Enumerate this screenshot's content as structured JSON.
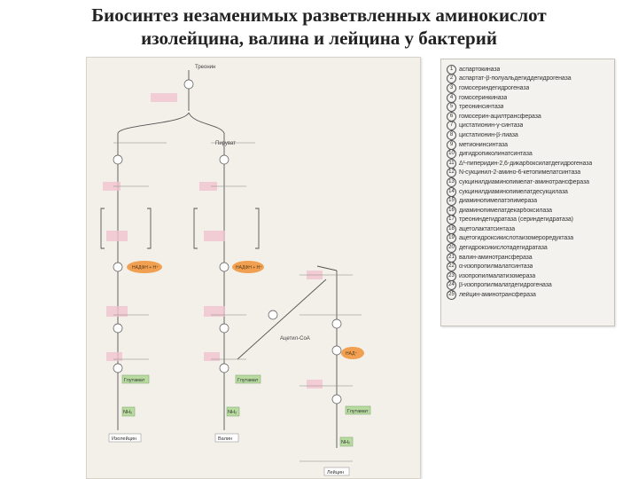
{
  "title": {
    "line1": "Биосинтез незаменимых разветвленных аминокислот",
    "line2": "изолейцина, валина и лейцина у бактерий"
  },
  "colors": {
    "orange_ellipse": "#f0a050",
    "green_box": "#b8dca0",
    "pink_highlight": "#f2c4d0",
    "arrow": "#555555"
  },
  "scheme": {
    "start_label": "Треонин",
    "start2_label": "Пируват",
    "enzyme_pill_1": "НАДФН + Н⁺",
    "enzyme_pill_2": "НАДФН + Н⁺",
    "enzyme_pill_3": "НАД⁺",
    "acetyl_coa": "Ацетил-СоА",
    "glutamate_1": "Глутамат",
    "glutamate_2": "Глутамат",
    "glutamate_3": "Глутамат",
    "product_1": "Изолейцин",
    "product_2": "Валин",
    "product_3": "Лейцин",
    "nh3_1": "NH₂",
    "nh3_2": "NH₂",
    "nh3_3": "NH₂"
  },
  "legend": {
    "items": [
      {
        "num": "1",
        "text": "аспартокиназа"
      },
      {
        "num": "2",
        "text": "аспартат-β-полуальдегиддегидрогеназа"
      },
      {
        "num": "3",
        "text": "гомосериндегидрогеназа"
      },
      {
        "num": "4",
        "text": "гомосеринкиназа"
      },
      {
        "num": "5",
        "text": "треонинсинтаза"
      },
      {
        "num": "6",
        "text": "гомосерин-ацилтрансфераза"
      },
      {
        "num": "7",
        "text": "цистатионин-γ-синтаза"
      },
      {
        "num": "8",
        "text": "цистатионин-β-лиаза"
      },
      {
        "num": "9",
        "text": "метионинсинтаза"
      },
      {
        "num": "10",
        "text": "дигидропиколинатсинтаза"
      },
      {
        "num": "11",
        "text": "Δ¹-пиперидин-2,6-дикарбоксилатдегидрогеназа"
      },
      {
        "num": "12",
        "text": "N-сукцинил-2-амино-6-кетопимелатсинтаза"
      },
      {
        "num": "13",
        "text": "сукцинилдиаминопимелат-аминотрансфераза"
      },
      {
        "num": "14",
        "text": "сукцинилдиаминопимелатдесукцилаза"
      },
      {
        "num": "15",
        "text": "диаминопимелатэпимераза"
      },
      {
        "num": "16",
        "text": "диаминопимелатдекарбоксилаза"
      },
      {
        "num": "17",
        "text": "треониндегидратаза (сериндегидратаза)"
      },
      {
        "num": "18",
        "text": "ацетолактатсинтаза"
      },
      {
        "num": "19",
        "text": "ацетогидроксикислотаизомероредуктаза"
      },
      {
        "num": "20",
        "text": "дегидроксикислотадегидратаза"
      },
      {
        "num": "21",
        "text": "валин-аминотрансфераза"
      },
      {
        "num": "22",
        "text": "α-изопропилмалатсинтаза"
      },
      {
        "num": "23",
        "text": "изопропилмалатизомераза"
      },
      {
        "num": "24",
        "text": "β-изопропилмалатдегидрогеназа"
      },
      {
        "num": "25",
        "text": "лейцин-аминотрансфераза"
      }
    ]
  }
}
